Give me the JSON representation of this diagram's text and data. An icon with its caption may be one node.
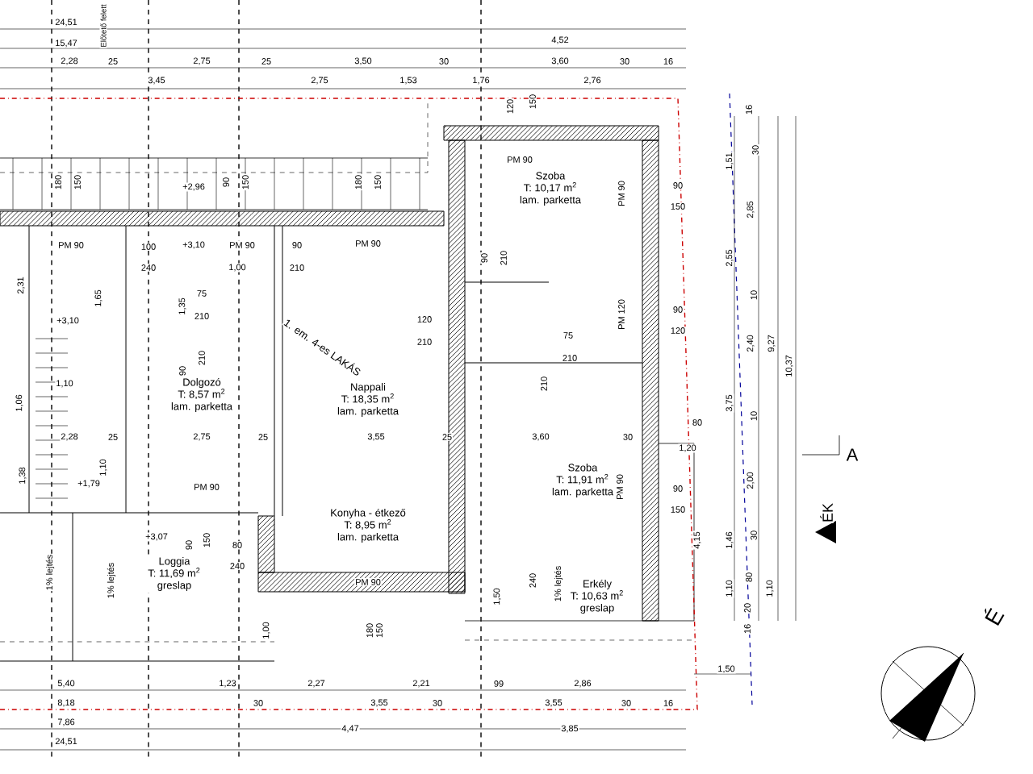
{
  "diagram": {
    "nodes": [
      {
        "text": [
          "Szoba",
          "T: 10,17 m$^{2}$",
          "lam. parketta"
        ]
      },
      {
        "text": [
          "Dolgozó",
          "T: 8,57 m$^{2}$",
          "lam. parketta"
        ]
      },
      {
        "text": [
          "Nappali",
          "T: 18,35 m$^{2}$",
          "lam. parketta"
        ]
      },
      {
        "text": [
          "Szoba",
          "T: 11,91 m$^{2}$",
          "lam. parketta"
        ]
      },
      {
        "text": [
          "Konyha - étkező",
          "T: 8,95 m$^{2}$",
          "lam. parketta"
        ]
      },
      {
        "text": [
          "Loggia",
          "T: 11,69 m$^{2}$",
          "greslap"
        ]
      },
      {
        "text": [
          "Erkély",
          "T: 10,63 m$^{2}$",
          "greslap"
        ]
      }
    ],
    "labels": [
      "24,51",
      "15,47",
      "2,28",
      "25",
      "2,75",
      "25",
      "3,50",
      "30",
      "4,52",
      "3,60",
      "30",
      "16",
      "3,45",
      "2,75",
      "1,53",
      "1,76",
      "2,76",
      "Előtető felett",
      "180",
      "150",
      "+2,96",
      "90",
      "150",
      "180",
      "150",
      "120",
      "150",
      "PM 90",
      "100",
      "+3,10",
      "PM 90",
      "PM 90",
      "240",
      "90",
      "210",
      "PM 90",
      "PM 90",
      "90",
      "150",
      "2,31",
      "1,65",
      "+3,10",
      "1,00",
      "75",
      "210",
      "1,35",
      "90",
      "210",
      "1,10",
      "1,06",
      "120",
      "210",
      "90",
      "210",
      "PM 120",
      "90",
      "120",
      "75",
      "210",
      "210",
      "80",
      "1,20",
      "2,28",
      "25",
      "2,75",
      "25",
      "3,55",
      "25",
      "3,60",
      "30",
      "1,38",
      "1,10",
      "+1,79",
      "PM 90",
      "PM 90",
      "90",
      "150",
      "1,51",
      "16",
      "30",
      "2,85",
      "2,55",
      "10",
      "2,40",
      "9,27",
      "10,37",
      "3,75",
      "10",
      "2,00",
      "4,15",
      "1,46",
      "30",
      "1,10",
      "80",
      "1,10",
      "20",
      "16",
      "+3,07",
      "90",
      "150",
      "80",
      "240",
      "PM 90",
      "1% lejtés",
      "1% lejtés",
      "1,00",
      "180",
      "150",
      "1,50",
      "240",
      "1% lejtés",
      "1,50",
      "5,40",
      "1,23",
      "2,27",
      "2,21",
      "99",
      "2,86",
      "8,18",
      "30",
      "3,55",
      "30",
      "3,55",
      "30",
      "16",
      "7,86",
      "4,47",
      "3,85",
      "24,51",
      "A",
      "ÉK",
      "1. em. 4-es LAKÁS",
      "É"
    ]
  }
}
